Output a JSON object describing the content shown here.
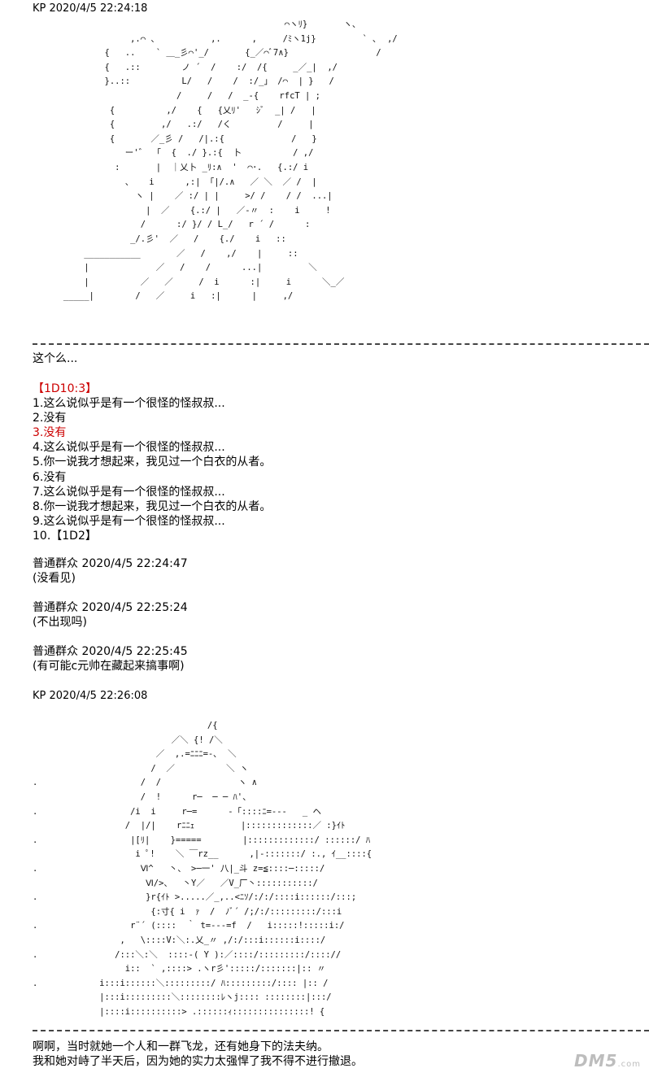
{
  "post1": {
    "header": "KP 2020/4/5 22:24:18",
    "art": [
      "                                                 ⌒ヽﾘ}       ヽ、",
      "                   ,.⌒ 、          ,.      ,     /ﾐヽ1j}         ` ､  ,/",
      "              {   ..    ` ＿_彡⌒'_/       {_／⌒ﾞ7∧}                 /",
      "              {   .::        ノ ´  /    :/  /{     _／_|  ,/",
      "              }..::          L/   /    /  :/_」 /⌒  | }   /",
      "                            /     /   /  _-{    rfcT | ;",
      "               {          ,/    {   {乂ﾘ'   ｼﾞ  _| /   |",
      "               {         ,/   .:/   /く         /     |",
      "               {       ／_彡 /   /|.:{             /   }",
      "                  ー'゛ 「  {  ./ }.:{  卜          / ,/",
      "                :       |  ｜乂卜 _ﾘ:∧  '  ⌒･.   {.:/ i",
      "                  、   i      ,:| 「|/.∧   ／ ＼  ／ /  |",
      "                    ヽ |    ／ :/ | |     >/ /    / /  ...|",
      "                      |  ／    {.:/ |   ／-〃  :    i     !",
      "                     /      :/ }/ / L_/   r ´ /      :",
      "                   _/.彡'  ／   /    {./    i   ::",
      "          ___________       ／   /    ,/    |     ::",
      "          |             ／   /    /      ...|         ＼",
      "          |          ／   ／     /  i      :|     i      ＼_／",
      "      _____|        /   ／     i   :|      |     ,/"
    ],
    "intro": "这个么...",
    "roll_header": "【1D10:3】",
    "options": [
      "1.这么说似乎是有一个很怪的怪叔叔...",
      "2.没有",
      "3.没有",
      "4.这么说似乎是有一个很怪的怪叔叔...",
      "5.你一说我才想起来，我见过一个白衣的从者。",
      "6.没有",
      "7.这么说似乎是有一个很怪的怪叔叔...",
      "8.你一说我才想起来，我见过一个白衣的从者。",
      "9.这么说似乎是有一个很怪的怪叔叔...",
      "10.【1D2】"
    ]
  },
  "replies": [
    {
      "header": "普通群众 2020/4/5 22:24:47",
      "text": "(没看见)"
    },
    {
      "header": "普通群众 2020/4/5 22:25:24",
      "text": "(不出现吗)"
    },
    {
      "header": "普通群众 2020/4/5 22:25:45",
      "text": "(有可能c元帅在藏起来搞事啊)"
    }
  ],
  "post2": {
    "header": "KP 2020/4/5 22:26:08",
    "art": [
      "                                  /{",
      "                           ／＼ {! /＼",
      "                        ／  ,.=ﾆﾆﾆ=-､  ＼",
      "                       /  ／          ＼ ヽ",
      ".                    /  /               ヽ ∧",
      "                     /  !      r─  ─ ─ ﾊ'、",
      ".                  /i  i     r─=      -「::::ﾆ=---   _ ヘ",
      "                  /  |/|    rﾆﾆｪ         |:::::::::::::／ :}ｲﾄ",
      ".                  |[ﾘ|    }=====        |:::::::::::::/ ::::::/ ﾊ",
      "                    i ﾟ!    ＼ ￣rz__      ,|-:::::::/ :., ｲ__::::{",
      ".                    Ⅵ^   丶、 >─一' 八|_斗 z=≦::::─:::::/",
      "                      Ⅵ/>、  丶Y／   ／V_厂丶:::::::::::/",
      ".                     }r{ｲﾄ >.....／_,..<ﾆｿ/:/:/::::i::::::/:::;",
      "                       {:寸{ i  ｧ  /  ﾉﾞ´ /;/:/:::::::::/:::i",
      ".                  r¨´ (::::  ｀ t=---=f  /   i:::::!:::::i:/",
      "                 ,   \\::::V:＼:.乂_〃 ,/:/:::i::::::i::::/",
      ".               /:::＼:＼  ::::-( Y ):／::::/:::::::::/:::://",
      "                  i::  ` ,::::> .ヽr彡':::::/:::::::|:: 〃",
      ".            i:::i::::::＼:::::::::/ ﾊ:::::::::/:::: |:: /",
      "             |:::i:::::::::＼::::::::ﾚヽj:::: ::::::::|:::/",
      "             |::::i::::::::::> .::::::ｨ:::::::::::::::! {"
    ],
    "text": [
      "啊啊，当时就她一个人和一群飞龙，还有她身下的法夫纳。",
      "我和她对峙了半天后，因为她的实力太强悍了我不得不进行撤退。"
    ]
  },
  "watermark": {
    "main": "DM5",
    "sub": ".com"
  }
}
